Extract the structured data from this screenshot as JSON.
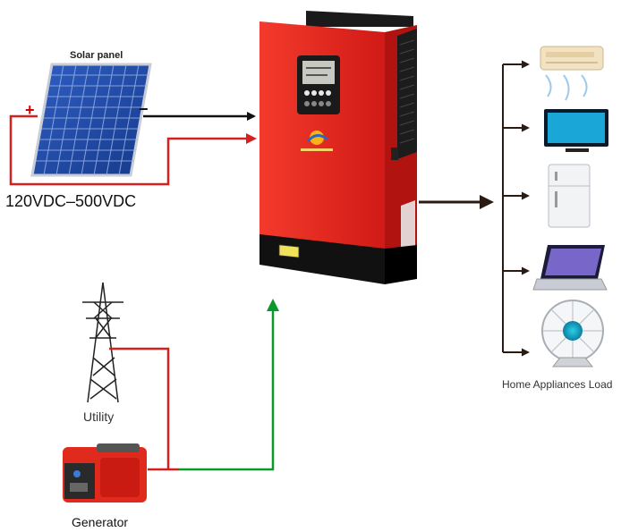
{
  "solar_panel": {
    "title": "Solar panel",
    "voltage": "120VDC–500VDC",
    "plus": "+",
    "minus": "−"
  },
  "inverter": {
    "brand_icon": "sun-logo-icon",
    "body_color": "#e8201e"
  },
  "sources": {
    "utility": "Utility",
    "generator": "Generator"
  },
  "loads": {
    "label": "Home Appliances Load",
    "items": [
      "air-conditioner-icon",
      "television-icon",
      "refrigerator-icon",
      "laptop-icon",
      "fan-icon"
    ]
  },
  "colors": {
    "positive_wire": "#d61f1f",
    "negative_wire": "#111111",
    "ac_input_wire": "#0a9a2a",
    "output_wire": "#2a1a12"
  }
}
